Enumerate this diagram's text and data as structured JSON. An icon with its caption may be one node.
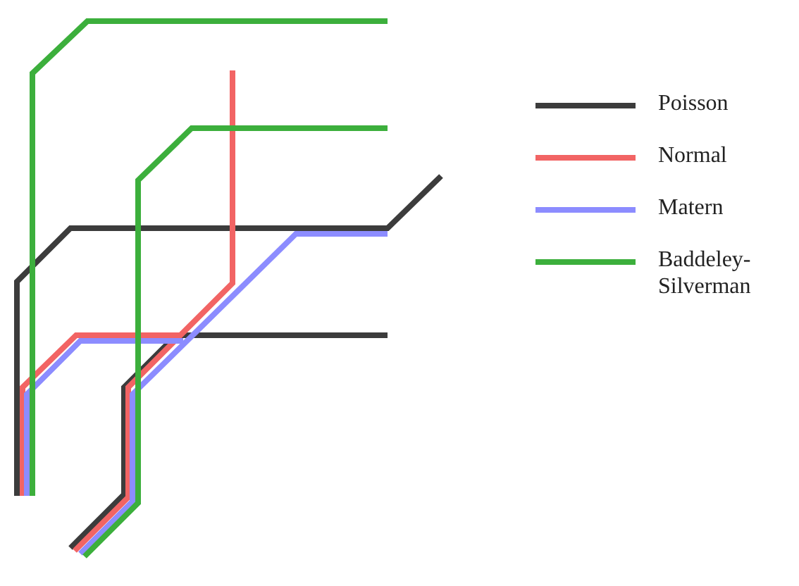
{
  "diagram": {
    "legend": [
      {
        "text": "Poisson"
      },
      {
        "text": "Normal"
      },
      {
        "text": "Matern"
      },
      {
        "text": "Baddeley-Silverman"
      }
    ]
  }
}
